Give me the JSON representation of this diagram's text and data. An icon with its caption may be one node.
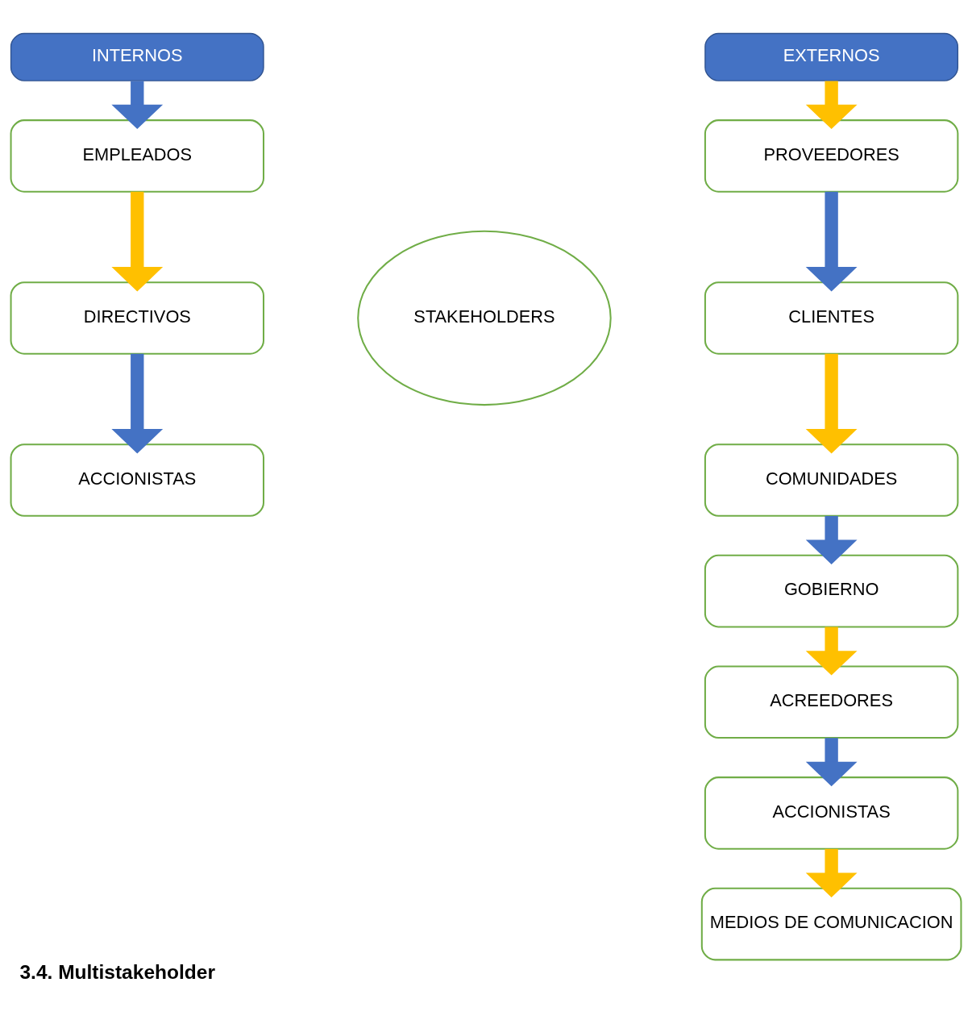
{
  "diagram": {
    "caption": "3.4. Multistakeholder",
    "nodes": [
      {
        "text": [
          "INTERNOS"
        ]
      },
      {
        "text": [
          "EMPLEADOS"
        ]
      },
      {
        "text": [
          "DIRECTIVOS"
        ]
      },
      {
        "text": [
          "ACCIONISTAS"
        ]
      },
      {
        "text": [
          "STAKEHOLDERS"
        ]
      },
      {
        "text": [
          "EXTERNOS"
        ]
      },
      {
        "text": [
          "PROVEEDORES"
        ]
      },
      {
        "text": [
          "CLIENTES"
        ]
      },
      {
        "text": [
          "COMUNIDADES"
        ]
      },
      {
        "text": [
          "GOBIERNO"
        ]
      },
      {
        "text": [
          "ACREEDORES"
        ]
      },
      {
        "text": [
          "ACCIONISTAS"
        ]
      },
      {
        "text": [
          "MEDIOS DE COMUNICACION"
        ]
      }
    ],
    "edges": [
      {
        "from": 0,
        "to": 1,
        "arrow": "to",
        "color": "#4472c4"
      },
      {
        "from": 1,
        "to": 2,
        "arrow": "to",
        "color": "#ffc000"
      },
      {
        "from": 2,
        "to": 3,
        "arrow": "to",
        "color": "#4472c4"
      },
      {
        "from": 5,
        "to": 6,
        "arrow": "to",
        "color": "#ffc000"
      },
      {
        "from": 6,
        "to": 7,
        "arrow": "to",
        "color": "#4472c4"
      },
      {
        "from": 7,
        "to": 8,
        "arrow": "to",
        "color": "#ffc000"
      },
      {
        "from": 8,
        "to": 9,
        "arrow": "to",
        "color": "#4472c4"
      },
      {
        "from": 9,
        "to": 10,
        "arrow": "to",
        "color": "#ffc000"
      },
      {
        "from": 10,
        "to": 11,
        "arrow": "to",
        "color": "#4472c4"
      },
      {
        "from": 11,
        "to": 12,
        "arrow": "to",
        "color": "#ffc000"
      }
    ]
  }
}
